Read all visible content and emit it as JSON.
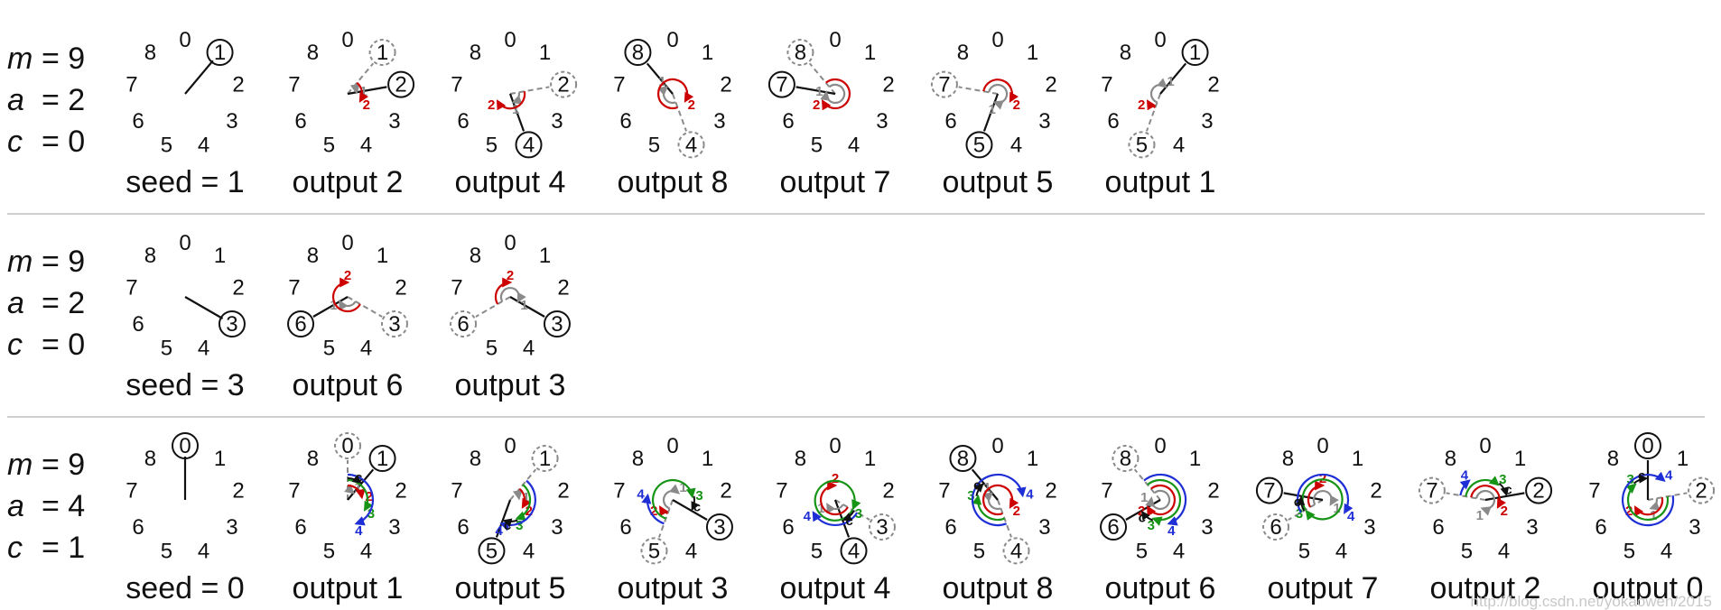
{
  "colors": {
    "text": "#111111",
    "gray": "#8a8a8a",
    "red": "#cc0000",
    "green": "#169416",
    "blue": "#1f2fd6",
    "separator": "#cfcfcf"
  },
  "rows": [
    {
      "params": [
        {
          "name": "m",
          "value": "= 9"
        },
        {
          "name": "a",
          "value": "= 2"
        },
        {
          "name": "c",
          "value": "= 0"
        }
      ],
      "steps": [
        {
          "caption": "seed = 1",
          "current": 1,
          "previous": null,
          "arcs": []
        },
        {
          "caption": "output 2",
          "current": 2,
          "previous": 1,
          "arcs": [
            {
              "color": "gray",
              "label": "1"
            },
            {
              "color": "red",
              "label": "2"
            }
          ]
        },
        {
          "caption": "output 4",
          "current": 4,
          "previous": 2,
          "arcs": [
            {
              "color": "gray",
              "label": "1"
            },
            {
              "color": "red",
              "label": "2"
            }
          ]
        },
        {
          "caption": "output 8",
          "current": 8,
          "previous": 4,
          "arcs": [
            {
              "color": "gray",
              "label": "1"
            },
            {
              "color": "red",
              "label": "2"
            }
          ]
        },
        {
          "caption": "output 7",
          "current": 7,
          "previous": 8,
          "arcs": [
            {
              "color": "gray",
              "label": "1"
            },
            {
              "color": "red",
              "label": "2"
            }
          ]
        },
        {
          "caption": "output 5",
          "current": 5,
          "previous": 7,
          "arcs": [
            {
              "color": "gray",
              "label": "1"
            },
            {
              "color": "red",
              "label": "2"
            }
          ]
        },
        {
          "caption": "output 1",
          "current": 1,
          "previous": 5,
          "arcs": [
            {
              "color": "gray",
              "label": "1"
            },
            {
              "color": "red",
              "label": "2"
            }
          ]
        }
      ]
    },
    {
      "params": [
        {
          "name": "m",
          "value": "= 9"
        },
        {
          "name": "a",
          "value": "= 2"
        },
        {
          "name": "c",
          "value": "= 0"
        }
      ],
      "steps": [
        {
          "caption": "seed = 3",
          "current": 3,
          "previous": null,
          "arcs": []
        },
        {
          "caption": "output 6",
          "current": 6,
          "previous": 3,
          "arcs": [
            {
              "color": "gray",
              "label": "1"
            },
            {
              "color": "red",
              "label": "2"
            }
          ]
        },
        {
          "caption": "output 3",
          "current": 3,
          "previous": 6,
          "arcs": [
            {
              "color": "gray",
              "label": "1"
            },
            {
              "color": "red",
              "label": "2"
            }
          ]
        }
      ]
    },
    {
      "params": [
        {
          "name": "m",
          "value": "= 9"
        },
        {
          "name": "a",
          "value": "= 4"
        },
        {
          "name": "c",
          "value": "= 1"
        }
      ],
      "steps": [
        {
          "caption": "seed = 0",
          "current": 0,
          "previous": null,
          "arcs": []
        },
        {
          "caption": "output 1",
          "current": 1,
          "previous": 0,
          "arcs": [
            {
              "color": "gray",
              "label": "1"
            },
            {
              "color": "red",
              "label": "2"
            },
            {
              "color": "green",
              "label": "3"
            },
            {
              "color": "blue",
              "label": "4"
            },
            {
              "color": "black",
              "label": "c"
            }
          ]
        },
        {
          "caption": "output 5",
          "current": 5,
          "previous": 1,
          "arcs": [
            {
              "color": "gray",
              "label": "1"
            },
            {
              "color": "red",
              "label": "2"
            },
            {
              "color": "green",
              "label": "3"
            },
            {
              "color": "blue",
              "label": "4"
            },
            {
              "color": "black",
              "label": "c"
            }
          ]
        },
        {
          "caption": "output 3",
          "current": 3,
          "previous": 5,
          "arcs": [
            {
              "color": "gray",
              "label": "1"
            },
            {
              "color": "red",
              "label": "2"
            },
            {
              "color": "green",
              "label": "3"
            },
            {
              "color": "blue",
              "label": "4"
            },
            {
              "color": "black",
              "label": "c"
            }
          ]
        },
        {
          "caption": "output 4",
          "current": 4,
          "previous": 3,
          "arcs": [
            {
              "color": "gray",
              "label": "1"
            },
            {
              "color": "red",
              "label": "2"
            },
            {
              "color": "green",
              "label": "3"
            },
            {
              "color": "blue",
              "label": "4"
            },
            {
              "color": "black",
              "label": "c"
            }
          ]
        },
        {
          "caption": "output 8",
          "current": 8,
          "previous": 4,
          "arcs": [
            {
              "color": "gray",
              "label": "1"
            },
            {
              "color": "red",
              "label": "2"
            },
            {
              "color": "green",
              "label": "3"
            },
            {
              "color": "blue",
              "label": "4"
            },
            {
              "color": "black",
              "label": "c"
            }
          ]
        },
        {
          "caption": "output 6",
          "current": 6,
          "previous": 8,
          "arcs": [
            {
              "color": "gray",
              "label": "1"
            },
            {
              "color": "red",
              "label": "2"
            },
            {
              "color": "green",
              "label": "3"
            },
            {
              "color": "blue",
              "label": "4"
            },
            {
              "color": "black",
              "label": "c"
            }
          ]
        },
        {
          "caption": "output 7",
          "current": 7,
          "previous": 6,
          "arcs": [
            {
              "color": "gray",
              "label": "1"
            },
            {
              "color": "red",
              "label": "2"
            },
            {
              "color": "green",
              "label": "3"
            },
            {
              "color": "blue",
              "label": "4"
            },
            {
              "color": "black",
              "label": "c"
            }
          ]
        },
        {
          "caption": "output 2",
          "current": 2,
          "previous": 7,
          "arcs": [
            {
              "color": "gray",
              "label": "1"
            },
            {
              "color": "red",
              "label": "2"
            },
            {
              "color": "green",
              "label": "3"
            },
            {
              "color": "blue",
              "label": "4"
            },
            {
              "color": "black",
              "label": "c"
            }
          ]
        },
        {
          "caption": "output 0",
          "current": 0,
          "previous": 2,
          "arcs": [
            {
              "color": "gray",
              "label": "1"
            },
            {
              "color": "red",
              "label": "2"
            },
            {
              "color": "green",
              "label": "3"
            },
            {
              "color": "blue",
              "label": "4"
            },
            {
              "color": "black",
              "label": "c"
            }
          ]
        }
      ]
    }
  ],
  "dial_numbers": [
    "0",
    "1",
    "2",
    "3",
    "4",
    "5",
    "6",
    "7",
    "8"
  ],
  "watermark": "http://blog.csdn.net/yokaowen/2015"
}
